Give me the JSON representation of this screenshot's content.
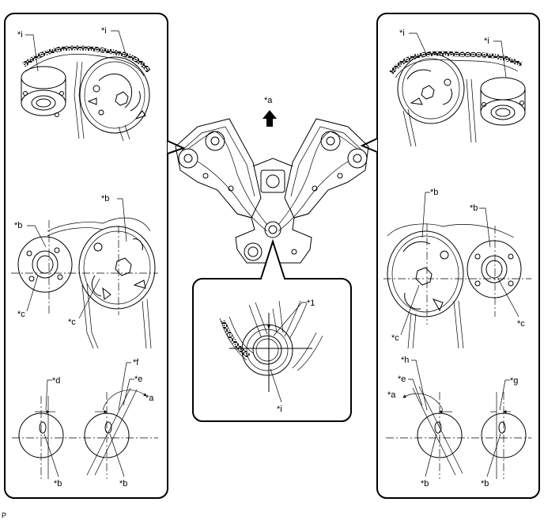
{
  "labels": {
    "a": "*a",
    "b": "*b",
    "c": "*c",
    "d": "*d",
    "e": "*e",
    "f": "*f",
    "g": "*g",
    "h": "*h",
    "i": "*i",
    "one": "*1"
  },
  "footer": {
    "code": "P"
  }
}
